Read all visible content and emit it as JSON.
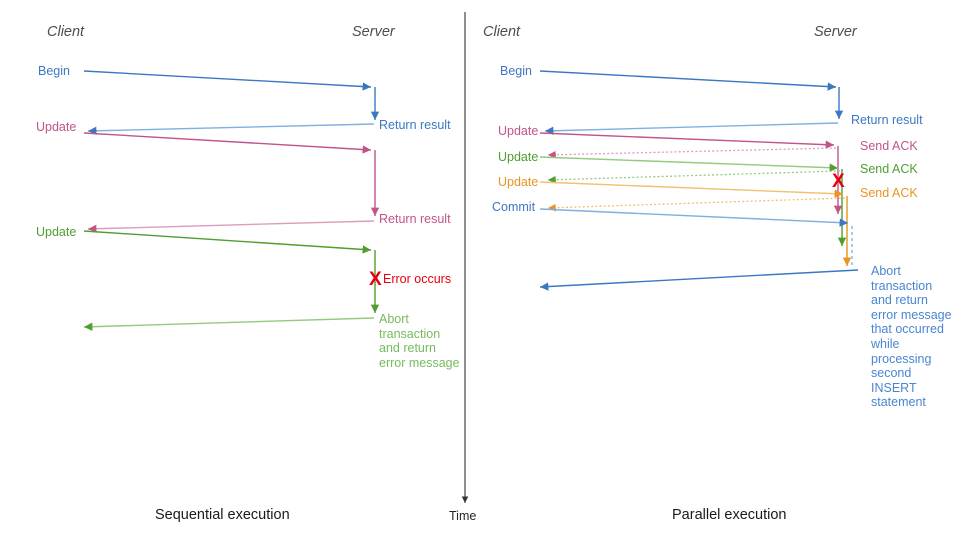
{
  "figure": {
    "title_left": "Sequential execution",
    "title_right": "Parallel execution",
    "time_axis_label": "Time"
  },
  "colors": {
    "blue": "#3b78c3",
    "blue_light": "#7fb0e0",
    "pink": "#c2548a",
    "pink_light": "#dc9dbd",
    "green": "#4f9e2f",
    "green_light": "#93ca7e",
    "orange": "#e8941f",
    "orange_light": "#f3bf72",
    "red": "#e8000d",
    "actor_text": "#4d4d4d",
    "caption_text": "#1a1a1a",
    "axis": "#333333"
  },
  "left_panel": {
    "actor_client": "Client",
    "actor_server": "Server",
    "messages": {
      "begin": "Begin",
      "return_result_1": "Return result",
      "update_1": "Update",
      "return_result_2": "Return result",
      "update_2": "Update",
      "error_occurs": "Error occurs",
      "error_mark": "X",
      "abort_message": "Abort\ntransaction\nand return\nerror message"
    }
  },
  "right_panel": {
    "actor_client": "Client",
    "actor_server": "Server",
    "messages": {
      "begin": "Begin",
      "return_result": "Return result",
      "update_1": "Update",
      "send_ack_1": "Send ACK",
      "update_2": "Update",
      "send_ack_2": "Send ACK",
      "update_3": "Update",
      "send_ack_3": "Send ACK",
      "commit": "Commit",
      "error_mark": "X",
      "abort_message": "Abort\ntransaction\nand return\nerror message\nthat occurred\nwhile\nprocessing\nsecond\nINSERT\nstatement"
    }
  }
}
